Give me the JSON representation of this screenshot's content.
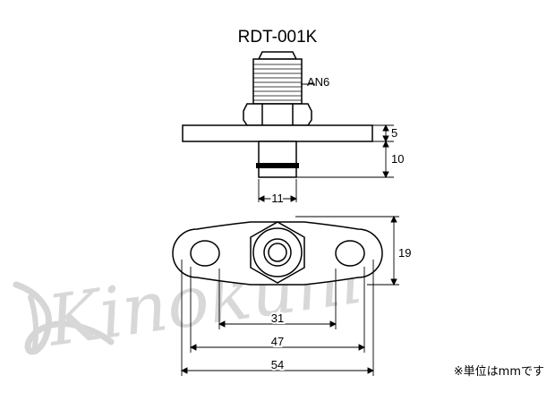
{
  "title": "RDT-001K",
  "thread_label": "AN6",
  "dimensions": {
    "flange_thickness": "5",
    "spigot_length": "10",
    "spigot_diameter": "11",
    "flange_width": "19",
    "inner_hole_pitch": "31",
    "outer_hole_pitch": "47",
    "overall_length": "54"
  },
  "unit_note": "※単位はmmです",
  "watermark": "Kinokuni",
  "colors": {
    "line": "#000000",
    "watermark": "#cfcfcf",
    "background": "#ffffff"
  }
}
